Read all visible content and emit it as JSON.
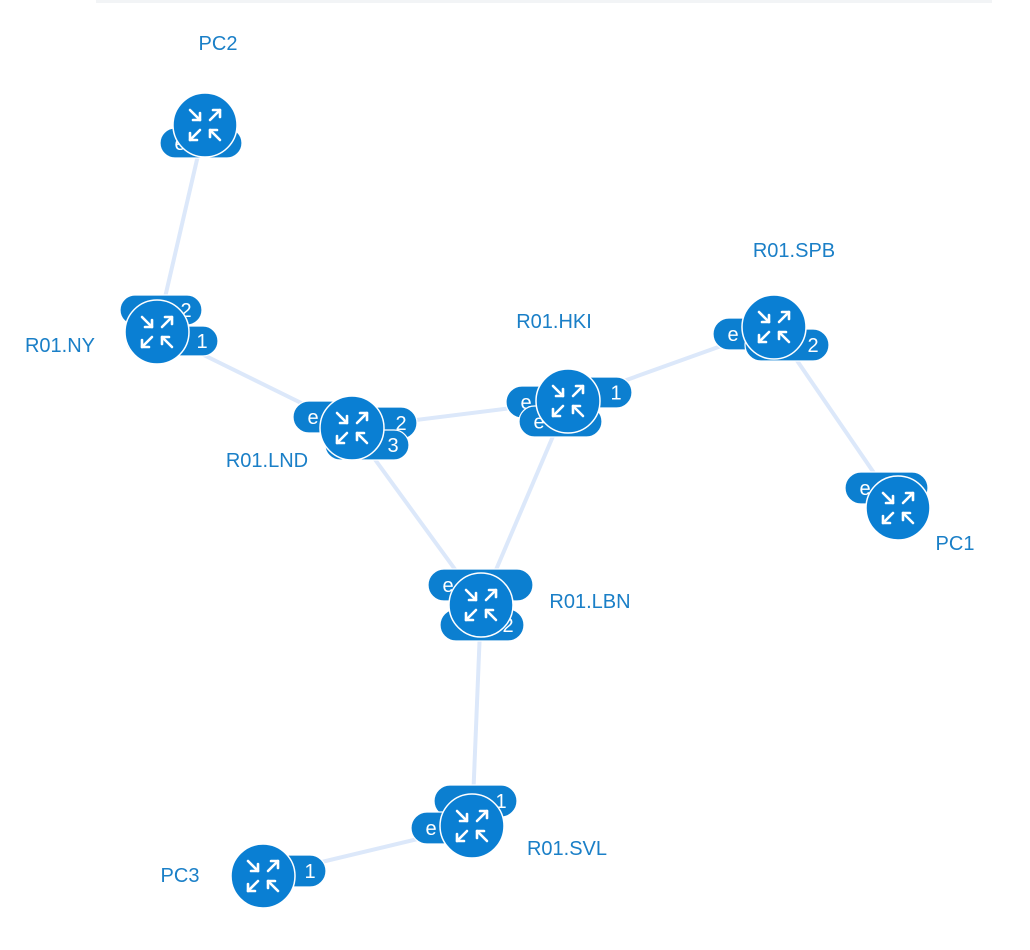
{
  "colors": {
    "accent": "#0a7fd3",
    "label": "#1a7fc7",
    "link": "#dce8fa",
    "icon": "#ffffff"
  },
  "devices": [
    {
      "id": "pc2",
      "label": "PC2",
      "icon": "router-icon",
      "ports": [
        {
          "text": "e"
        }
      ]
    },
    {
      "id": "ny",
      "label": "R01.NY",
      "icon": "router-icon",
      "ports": [
        {
          "text": "2"
        },
        {
          "text": "1"
        }
      ]
    },
    {
      "id": "lnd",
      "label": "R01.LND",
      "icon": "router-icon",
      "ports": [
        {
          "text": "e"
        },
        {
          "text": "2"
        },
        {
          "text": "3"
        }
      ]
    },
    {
      "id": "hki",
      "label": "R01.HKI",
      "icon": "router-icon",
      "ports": [
        {
          "text": "e"
        },
        {
          "text": "1"
        },
        {
          "text": "e"
        }
      ]
    },
    {
      "id": "spb",
      "label": "R01.SPB",
      "icon": "router-icon",
      "ports": [
        {
          "text": "e"
        },
        {
          "text": "2"
        }
      ]
    },
    {
      "id": "pc1",
      "label": "PC1",
      "icon": "router-icon",
      "ports": [
        {
          "text": "e"
        }
      ]
    },
    {
      "id": "lbn",
      "label": "R01.LBN",
      "icon": "router-icon",
      "ports": [
        {
          "text": "e"
        },
        {
          "text": "2"
        },
        {
          "text": ""
        }
      ]
    },
    {
      "id": "svl",
      "label": "R01.SVL",
      "icon": "router-icon",
      "ports": [
        {
          "text": "1"
        },
        {
          "text": "e"
        }
      ]
    },
    {
      "id": "pc3",
      "label": "PC3",
      "icon": "router-icon",
      "ports": [
        {
          "text": "1"
        }
      ]
    }
  ],
  "links": [
    {
      "from": "pc2",
      "to": "ny"
    },
    {
      "from": "ny",
      "to": "lnd"
    },
    {
      "from": "lnd",
      "to": "hki"
    },
    {
      "from": "hki",
      "to": "spb"
    },
    {
      "from": "spb",
      "to": "pc1"
    },
    {
      "from": "lnd",
      "to": "lbn"
    },
    {
      "from": "hki",
      "to": "lbn"
    },
    {
      "from": "lbn",
      "to": "svl"
    },
    {
      "from": "svl",
      "to": "pc3"
    }
  ]
}
